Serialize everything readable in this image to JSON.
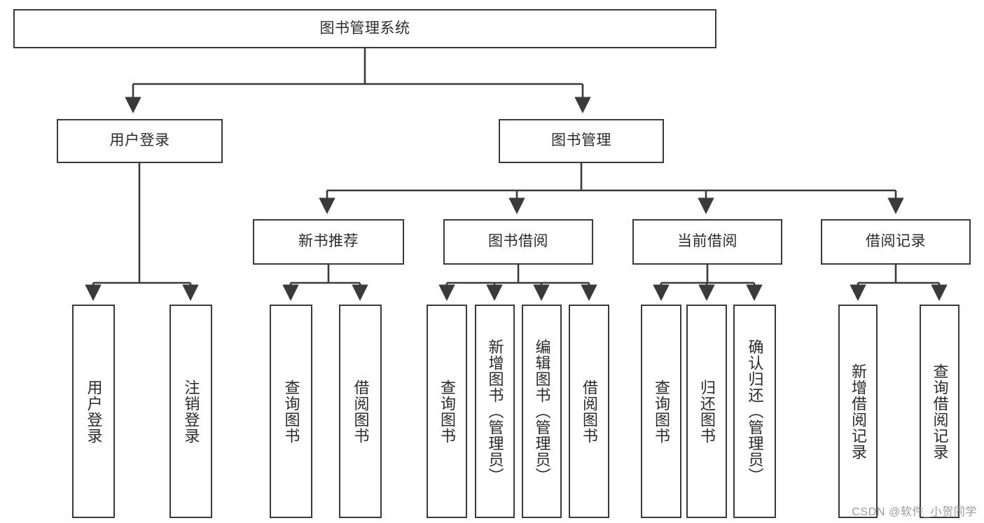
{
  "diagram": {
    "title_node": "图书管理系统",
    "type": "tree-hierarchy-diagram",
    "watermark": "CSDN @软件_小贺同学",
    "colors": {
      "stroke": "#3a3a3a",
      "fill": "#ffffff",
      "text": "#2b2b2b",
      "watermark": "#9a9a9a"
    },
    "nodes": {
      "root": "图书管理系统",
      "level2": {
        "user_login": "用户登录",
        "book_manage": "图书管理"
      },
      "level3": {
        "new_book_recommend": "新书推荐",
        "book_borrow": "图书借阅",
        "current_borrow": "当前借阅",
        "borrow_record": "借阅记录"
      },
      "leaves": {
        "user_login": [
          "用户登录",
          "注销登录"
        ],
        "new_book_recommend": [
          "查询图书",
          "借阅图书"
        ],
        "book_borrow": [
          "查询图书",
          "新增图书（管理员）",
          "编辑图书（管理员）",
          "借阅图书"
        ],
        "current_borrow": [
          "查询图书",
          "归还图书",
          "确认归还（管理员）"
        ],
        "borrow_record": [
          "新增借阅记录",
          "查询借阅记录"
        ]
      }
    }
  }
}
